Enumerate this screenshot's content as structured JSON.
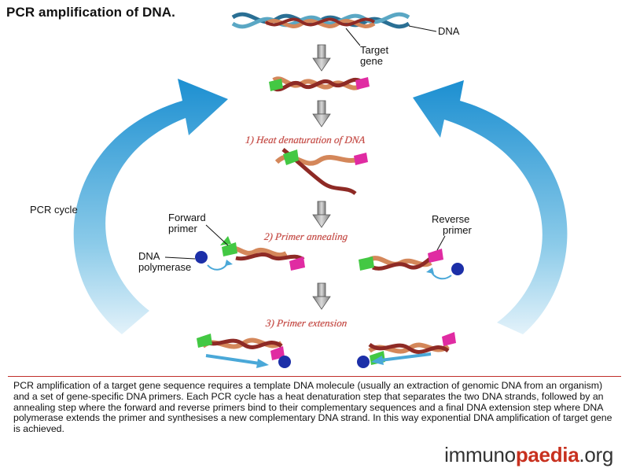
{
  "title": "PCR amplification of DNA.",
  "labels": {
    "dna": "DNA",
    "target_gene_line1": "Target",
    "target_gene_line2": "gene",
    "pcr_cycle": "PCR cycle",
    "forward_primer_line1": "Forward",
    "forward_primer_line2": "primer",
    "reverse_primer_line1": "Reverse",
    "reverse_primer_line2": "primer",
    "dna_polymerase_line1": "DNA",
    "dna_polymerase_line2": "polymerase"
  },
  "steps": {
    "heat_denaturation": "1) Heat denaturation of DNA",
    "primer_annealing": "2) Primer annealing",
    "primer_extension": "3) Primer extension"
  },
  "description": "PCR amplification of a target gene sequence requires a template DNA molecule (usually an extraction of genomic DNA from an organism) and a set of gene-specific DNA primers. Each PCR cycle has a heat denaturation step that separates  the two DNA strands, followed by an annealing step where the forward and reverse primers bind to their complementary sequences and a final DNA extension step where DNA polymerase extends the primer and synthesises a new complementary DNA strand. In this way exponential DNA amplification of target gene is achieved.",
  "logo": {
    "prefix": "immuno",
    "brand": "paedia",
    "suffix": ".org"
  },
  "colors": {
    "dna_strand_blue": "#2a6f94",
    "dna_strand_teal": "#5aa7c4",
    "strand_orange": "#d4875a",
    "strand_dark_red": "#8e2a25",
    "primer_green": "#43c843",
    "primer_magenta": "#e02ba2",
    "polymerase_blue": "#1c2fa8",
    "cycle_arrow_blue": "#1c8fd1",
    "step_text_red": "#c9504a",
    "brand_red": "#c8311f"
  }
}
